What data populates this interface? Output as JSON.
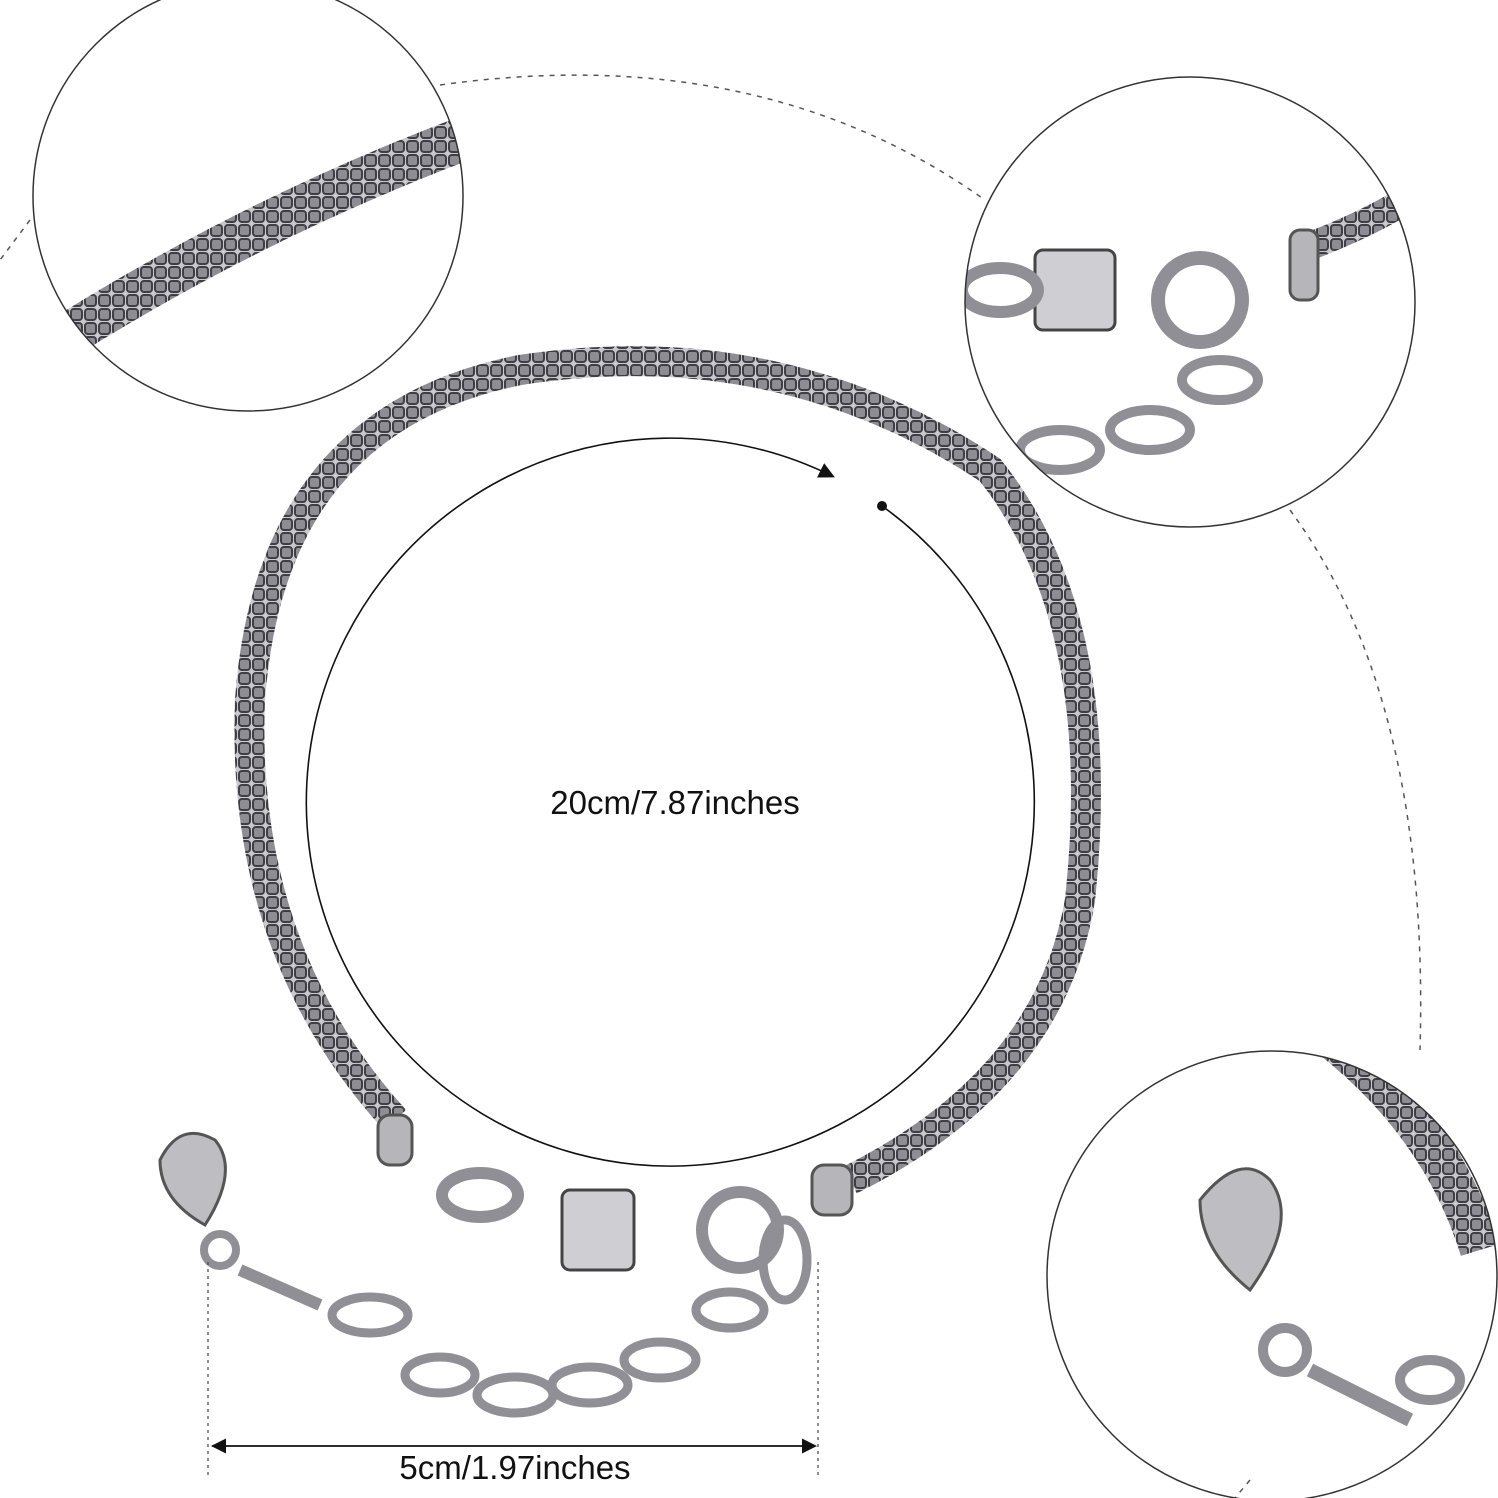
{
  "labels": {
    "bracelet_length": "20cm/7.87inches",
    "extender_length": "5cm/1.97inches"
  },
  "detail_views": [
    "snake-chain-closeup",
    "lobster-clasp-closeup",
    "heart-charm-closeup"
  ],
  "colors": {
    "metal": "#a9a9ad",
    "metal_dark": "#4a4a50",
    "line": "#222222"
  }
}
